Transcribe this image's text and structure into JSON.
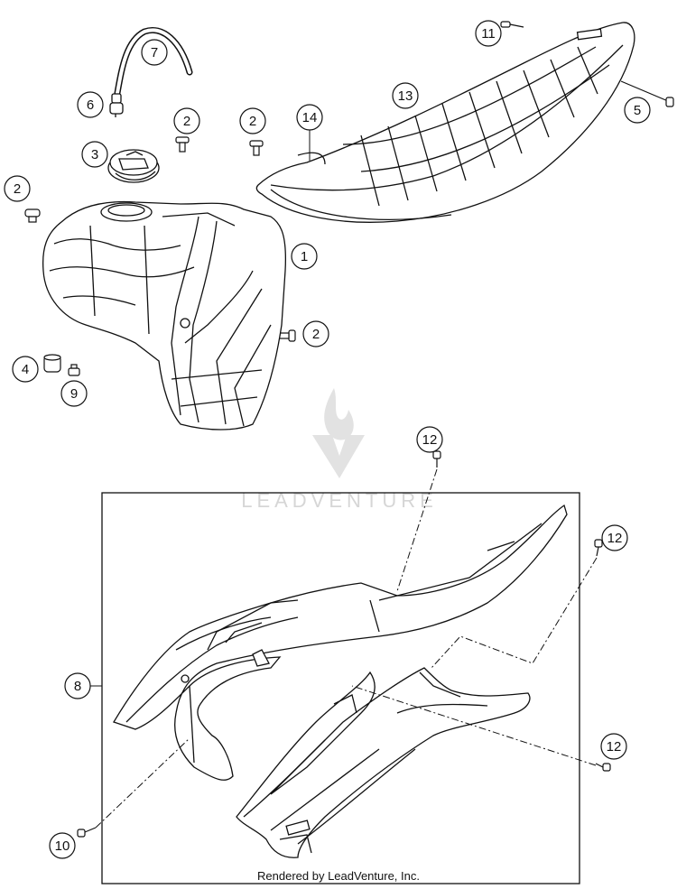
{
  "diagram": {
    "callouts": [
      {
        "id": "c1",
        "label": "1"
      },
      {
        "id": "c2a",
        "label": "2"
      },
      {
        "id": "c2b",
        "label": "2"
      },
      {
        "id": "c2c",
        "label": "2"
      },
      {
        "id": "c2d",
        "label": "2"
      },
      {
        "id": "c3",
        "label": "3"
      },
      {
        "id": "c4",
        "label": "4"
      },
      {
        "id": "c5",
        "label": "5"
      },
      {
        "id": "c6",
        "label": "6"
      },
      {
        "id": "c7",
        "label": "7"
      },
      {
        "id": "c8",
        "label": "8"
      },
      {
        "id": "c9",
        "label": "9"
      },
      {
        "id": "c10",
        "label": "10"
      },
      {
        "id": "c11",
        "label": "11"
      },
      {
        "id": "c12a",
        "label": "12"
      },
      {
        "id": "c12b",
        "label": "12"
      },
      {
        "id": "c12c",
        "label": "12"
      },
      {
        "id": "c13",
        "label": "13"
      },
      {
        "id": "c14",
        "label": "14"
      }
    ],
    "watermark": "LEADVENTURE",
    "footer": "Rendered by LeadVenture, Inc."
  }
}
